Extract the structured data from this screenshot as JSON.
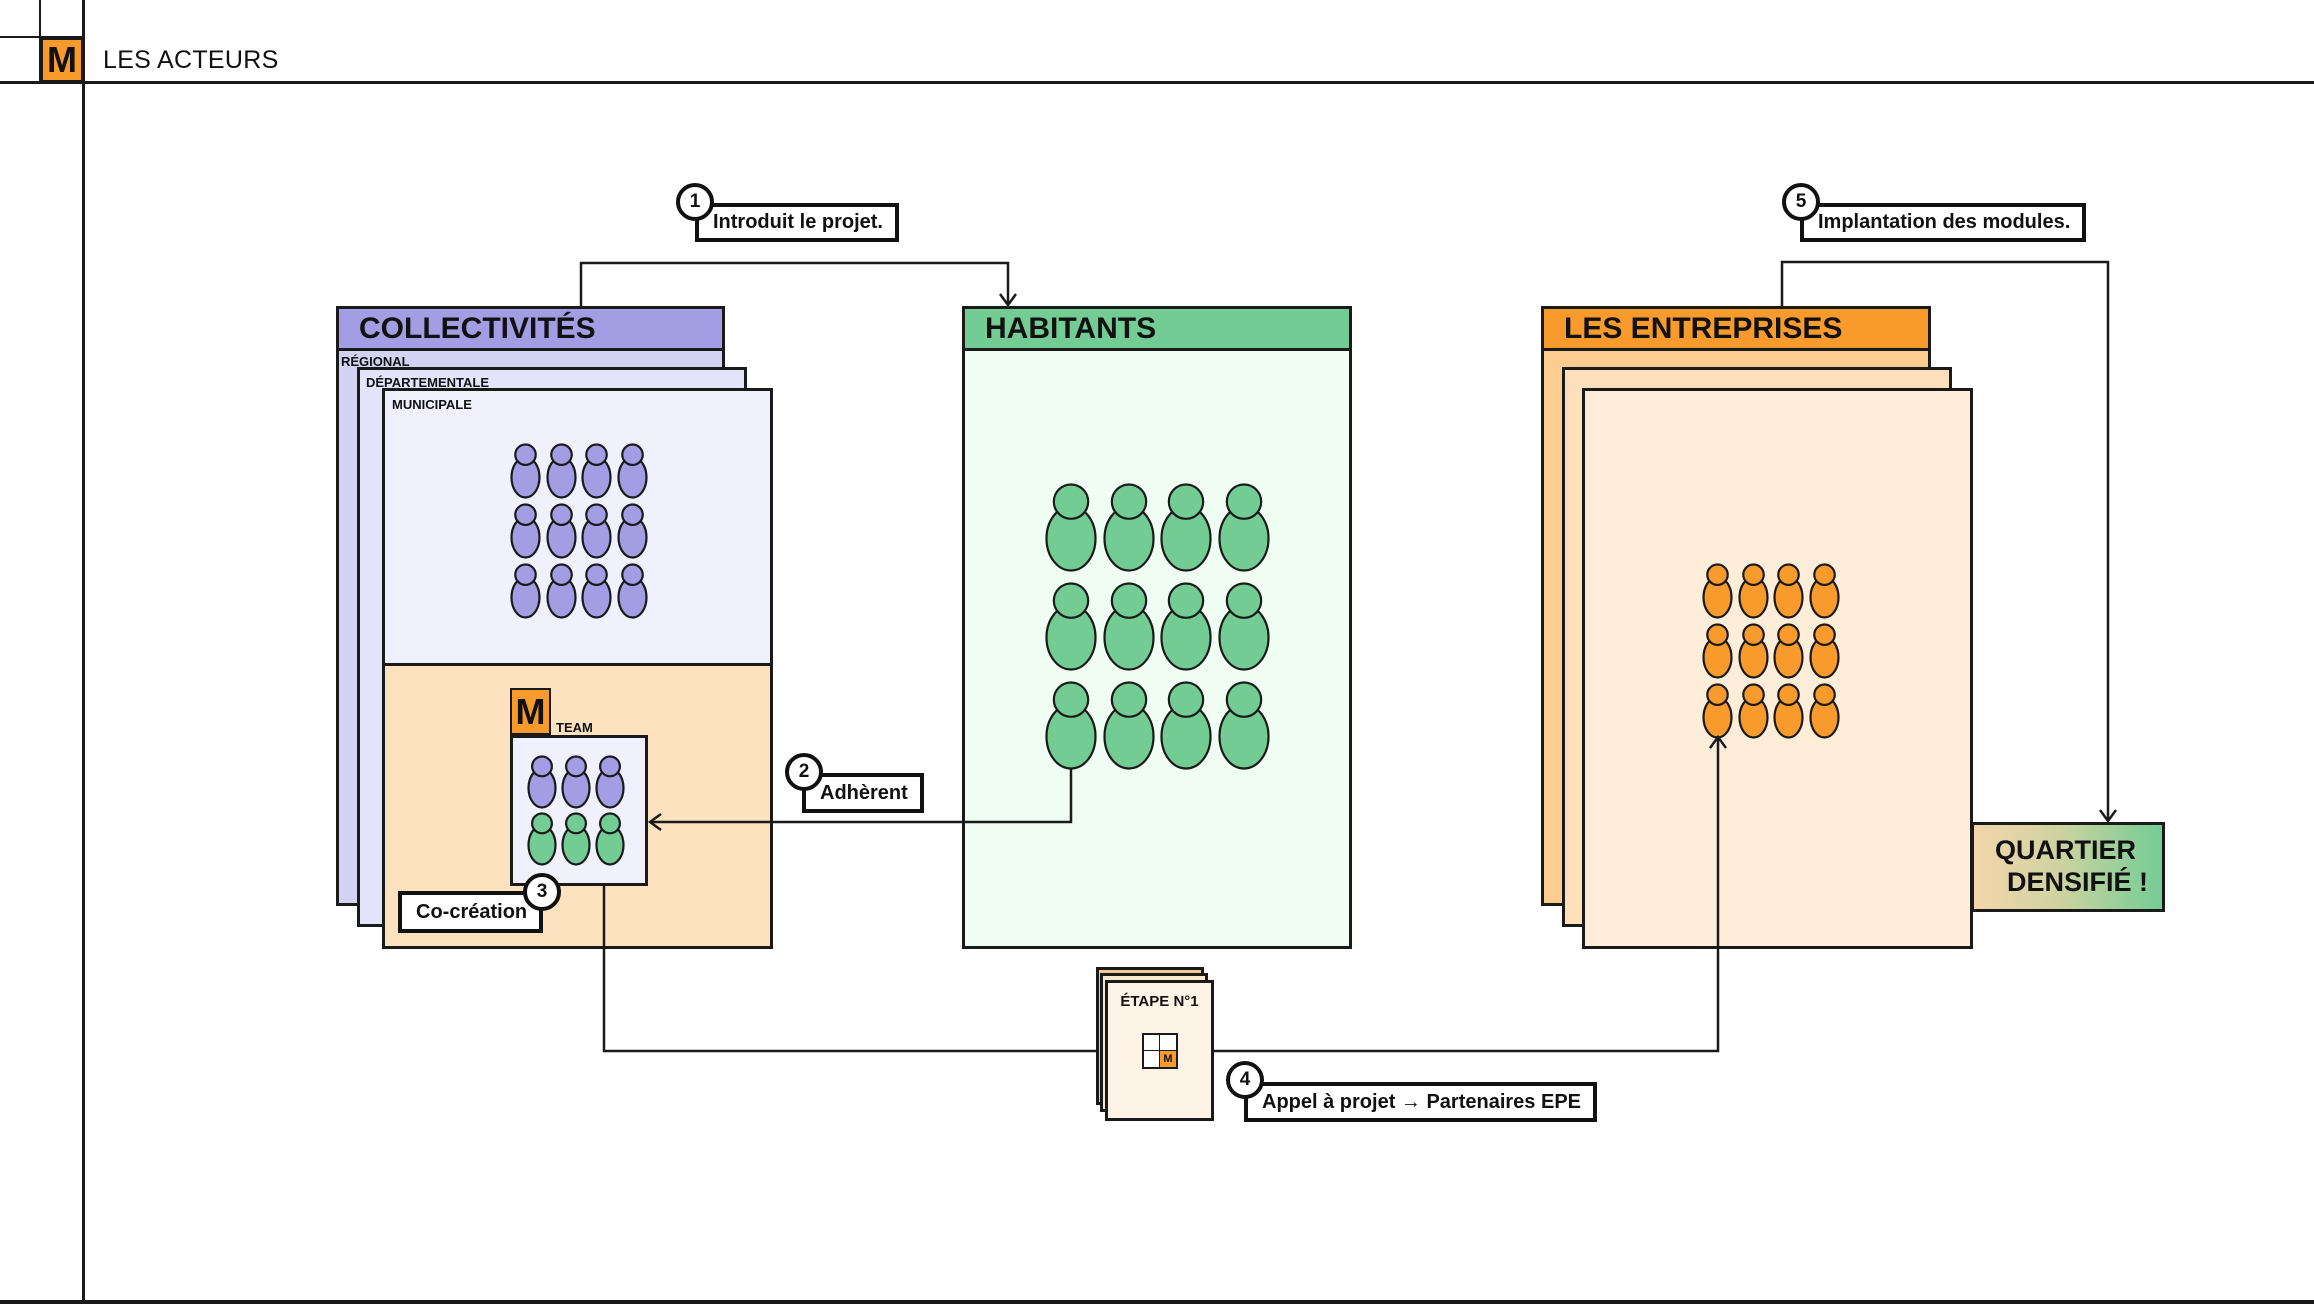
{
  "header": {
    "logo_letter": "M",
    "title": "LES ACTEURS"
  },
  "colors": {
    "collectivites_header": "#a39de3",
    "collectivites_regional": "#d2d2f3",
    "collectivites_departementale": "#e3e3fa",
    "collectivites_municipale": "#f1f1fd",
    "collectivites_lower": "#fde2bf",
    "habitants_header": "#74cc95",
    "habitants_body": "#effdf3",
    "entreprises_header": "#f89a2c",
    "entreprises_layer1": "#fccd8e",
    "entreprises_layer2": "#fde0bb",
    "entreprises_body": "#feeed9",
    "person_purple": "#a39de3",
    "person_green": "#74cc95",
    "person_orange": "#f89a2c",
    "brand_orange": "#f89a2c",
    "quartier_gradient_start": "#f3d6ac",
    "quartier_gradient_end": "#74cc95"
  },
  "collectivites": {
    "title": "COLLECTIVITÉS",
    "levels": [
      "RÉGIONAL",
      "DÉPARTEMENTALE",
      "MUNICIPALE"
    ],
    "person_count": 12,
    "team": {
      "logo_letter": "M",
      "label": "TEAM",
      "members_purple": 3,
      "members_green": 3
    }
  },
  "habitants": {
    "title": "HABITANTS",
    "person_count": 12
  },
  "entreprises": {
    "title": "LES ENTREPRISES",
    "person_count": 12
  },
  "quartier": {
    "line1": "QUARTIER",
    "line2": "DENSIFIÉ !"
  },
  "document": {
    "title": "ÉTAPE N°1",
    "logo_letter": "M"
  },
  "steps": [
    {
      "number": "1",
      "label": "Introduit le projet."
    },
    {
      "number": "2",
      "label": "Adhèrent"
    },
    {
      "number": "3",
      "label": "Co-création"
    },
    {
      "number": "4",
      "label": "Appel à projet → Partenaires EPE"
    },
    {
      "number": "5",
      "label": "Implantation des modules."
    }
  ]
}
